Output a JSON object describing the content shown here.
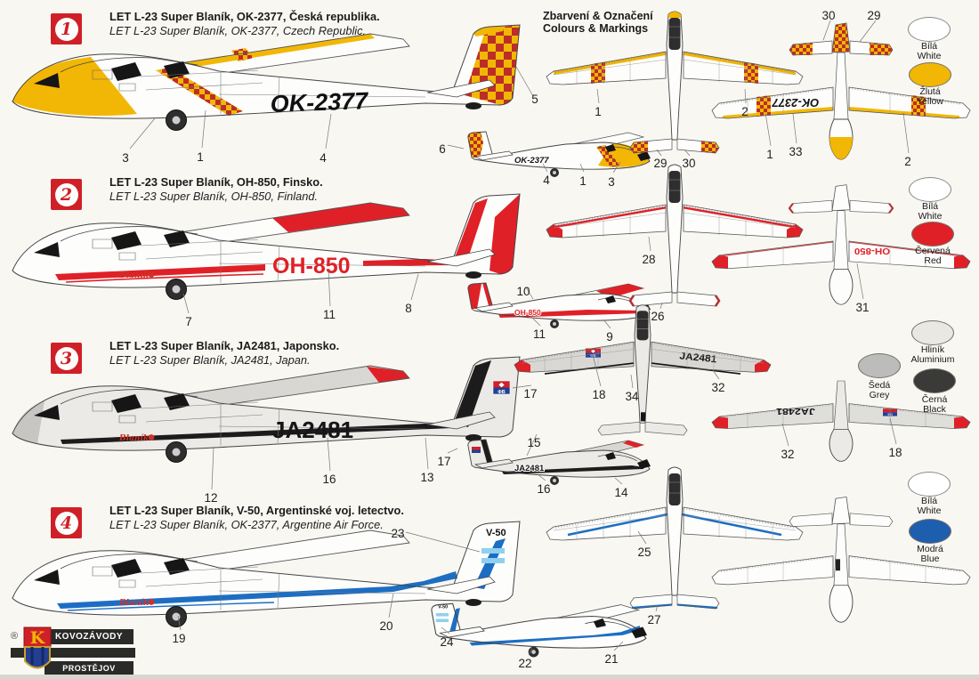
{
  "header": {
    "title_cs": "Zbarvení & Označení",
    "title_en": "Colours & Markings"
  },
  "footer_logo": {
    "registered_mark": "®",
    "monogram": "K",
    "company_line1": "KOVOZÁVODY",
    "company_line2": "PROSTĚJOV"
  },
  "schemes": [
    {
      "number": "1",
      "title_cs": "LET L-23 Super Blaník, OK-2377, Česká republika.",
      "title_en": "LET L-23 Super Blaník, OK-2377, Czech Republic.",
      "registration": "OK-2377",
      "colors": [
        {
          "name_cs": "Bílá",
          "name_en": "White",
          "hex": "#ffffff"
        },
        {
          "name_cs": "Žlutá",
          "name_en": "Yellow",
          "hex": "#f2b705"
        }
      ],
      "accents": {
        "checker_red": "#bb2e28",
        "checker_yellow": "#f2b705"
      },
      "callouts": [
        "3",
        "1",
        "4",
        "5",
        "6",
        "4",
        "1",
        "3",
        "1",
        "2",
        "29",
        "30",
        "30",
        "29",
        "1",
        "33",
        "2"
      ]
    },
    {
      "number": "2",
      "title_cs": "LET L-23 Super Blaník, OH-850, Finsko.",
      "title_en": "LET L-23 Super Blaník, OH-850, Finland.",
      "registration": "OH-850",
      "nose_script": "Blaník",
      "colors": [
        {
          "name_cs": "Bílá",
          "name_en": "White",
          "hex": "#ffffff"
        },
        {
          "name_cs": "Červená",
          "name_en": "Red",
          "hex": "#df2127"
        }
      ],
      "accents": {
        "red": "#df2127"
      },
      "callouts": [
        "7",
        "11",
        "8",
        "10",
        "11",
        "9",
        "28",
        "26",
        "31"
      ]
    },
    {
      "number": "3",
      "title_cs": "LET L-23 Super Blaník, JA2481, Japonsko.",
      "title_en": "LET L-23 Super Blaník, JA2481, Japan.",
      "registration": "JA2481",
      "nose_script": "Blaník",
      "badge_text": "ΦB",
      "colors": [
        {
          "name_cs": "Hliník",
          "name_en": "Aluminium",
          "hex": "#e9e8e4"
        },
        {
          "name_cs": "Šedá",
          "name_en": "Grey",
          "hex": "#bcbcba"
        },
        {
          "name_cs": "Černá",
          "name_en": "Black",
          "hex": "#3a3a38"
        }
      ],
      "accents": {
        "black": "#1c1c1c",
        "red": "#df2127",
        "badge_red": "#cf2027",
        "badge_blue": "#233f94"
      },
      "callouts": [
        "12",
        "16",
        "13",
        "17",
        "17",
        "15",
        "16",
        "14",
        "18",
        "34",
        "32",
        "32",
        "18"
      ]
    },
    {
      "number": "4",
      "title_cs": "LET L-23 Super Blaník, V-50, Argentinské voj. letectvo.",
      "title_en": "LET L-23 Super Blaník, OK-2377, Argentine Air Force.",
      "registration": "V-50",
      "nose_script": "Blaník",
      "colors": [
        {
          "name_cs": "Bílá",
          "name_en": "White",
          "hex": "#ffffff"
        },
        {
          "name_cs": "Modrá",
          "name_en": "Blue",
          "hex": "#1d5fae"
        }
      ],
      "accents": {
        "blue": "#1d6ec2",
        "light_blue": "#8fd0ee"
      },
      "callouts": [
        "23",
        "19",
        "20",
        "24",
        "22",
        "21",
        "25",
        "27"
      ]
    }
  ]
}
